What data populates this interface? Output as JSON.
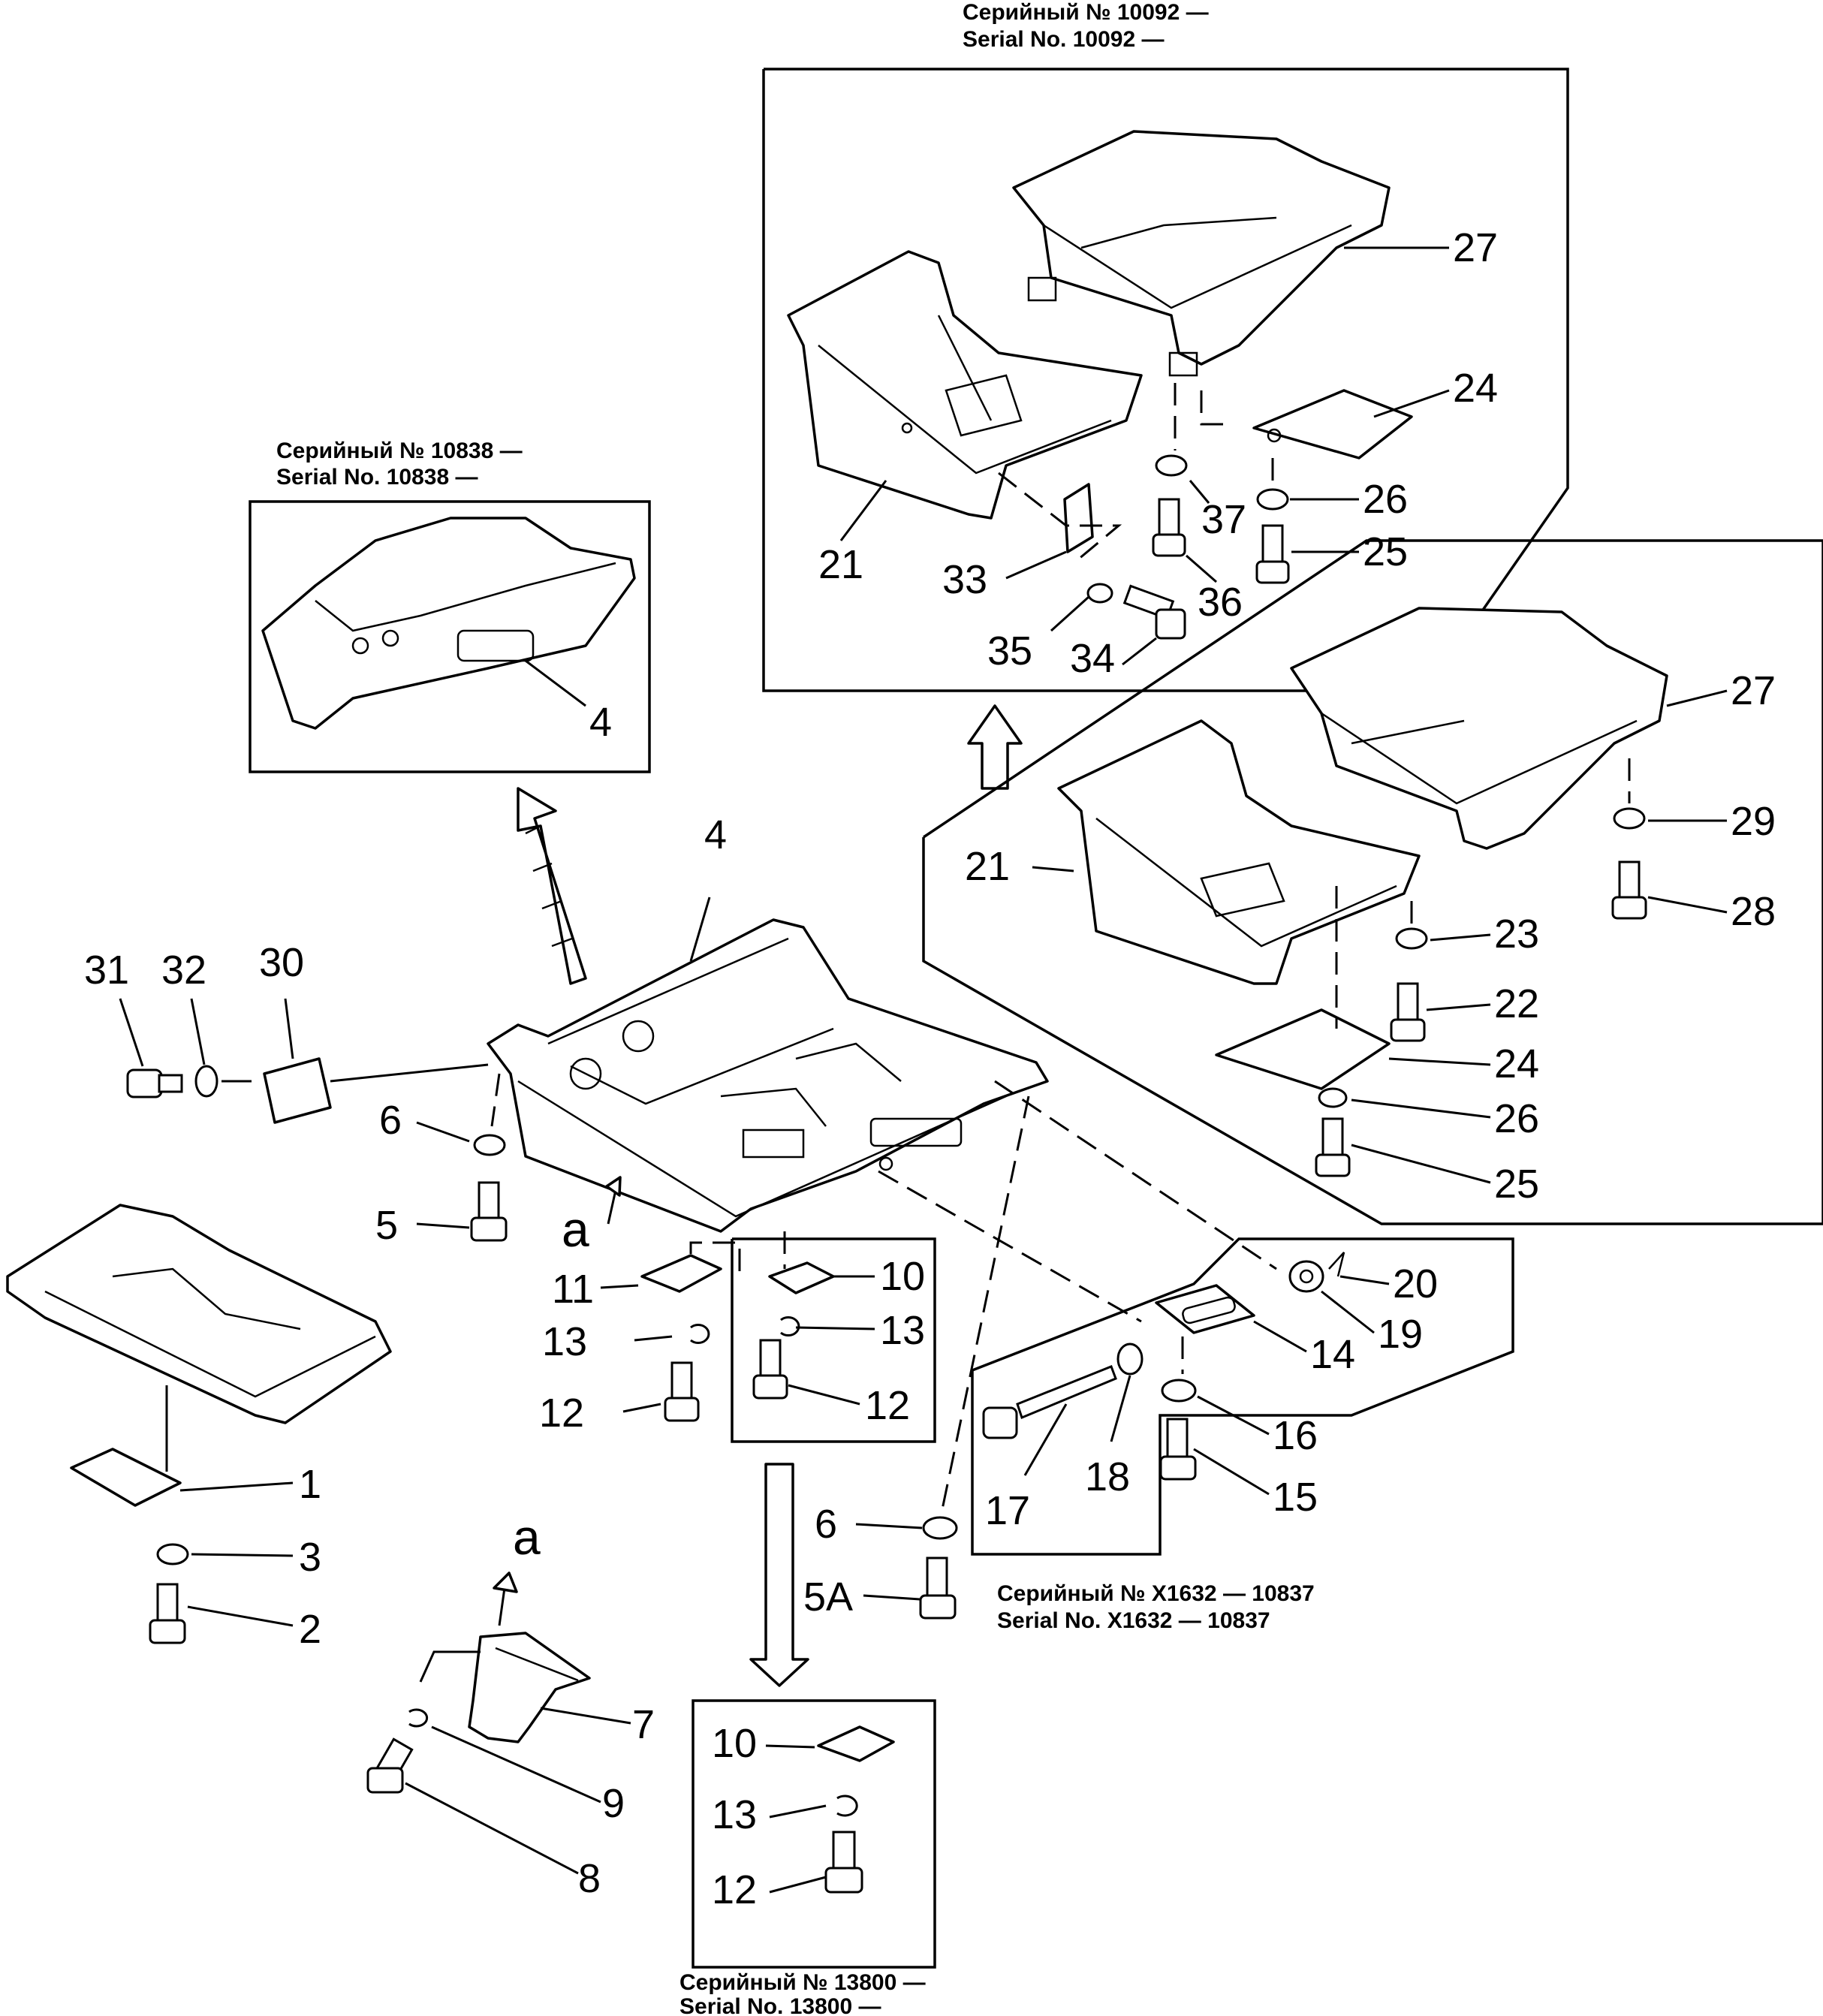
{
  "serial_labels": {
    "s10092_ru": "Серийный № 10092 —",
    "s10092_en": "Serial No. 10092 —",
    "s10838_ru": "Серийный № 10838 —",
    "s10838_en": "Serial No. 10838 —",
    "sx1632_ru": "Серийный № X1632 — 10837",
    "sx1632_en": "Serial No. X1632 — 10837",
    "s13800_ru": "Серийный № 13800 —",
    "s13800_en": "Serial No. 13800 —"
  },
  "view_letters": {
    "a1": "a",
    "a2": "a"
  },
  "part_numbers": {
    "p1": "1",
    "p2": "2",
    "p3": "3",
    "p4_main": "4",
    "p4_inset": "4",
    "p5": "5",
    "p5a": "5A",
    "p6_left": "6",
    "p6_bottom": "6",
    "p7": "7",
    "p8": "8",
    "p9": "9",
    "p10_a": "10",
    "p10_b": "10",
    "p11": "11",
    "p12_a": "12",
    "p12_b": "12",
    "p12_c": "12",
    "p13_a": "13",
    "p13_b": "13",
    "p13_c": "13",
    "p14": "14",
    "p15": "15",
    "p16": "16",
    "p17": "17",
    "p18": "18",
    "p19": "19",
    "p20": "20",
    "p21_top": "21",
    "p21_mid": "21",
    "p22": "22",
    "p23": "23",
    "p24_top": "24",
    "p24_mid": "24",
    "p25_top": "25",
    "p25_mid": "25",
    "p26_top": "26",
    "p26_mid": "26",
    "p27_top": "27",
    "p27_mid": "27",
    "p28": "28",
    "p29": "29",
    "p30": "30",
    "p31": "31",
    "p32": "32",
    "p33": "33",
    "p34": "34",
    "p35": "35",
    "p36": "36",
    "p37": "37"
  }
}
